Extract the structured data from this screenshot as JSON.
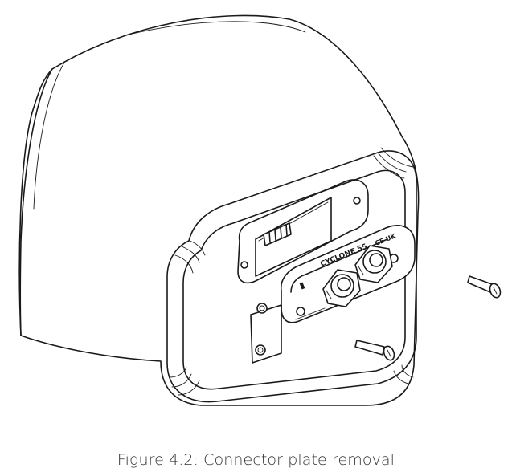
{
  "figure": {
    "caption": "Figure 4.2: Connector plate removal",
    "plate_model_text": "CYCLONE 55",
    "plate_marks_text": "CE UK"
  },
  "colors": {
    "line": "#1a1a1a",
    "background": "#ffffff",
    "caption": "#333333"
  }
}
